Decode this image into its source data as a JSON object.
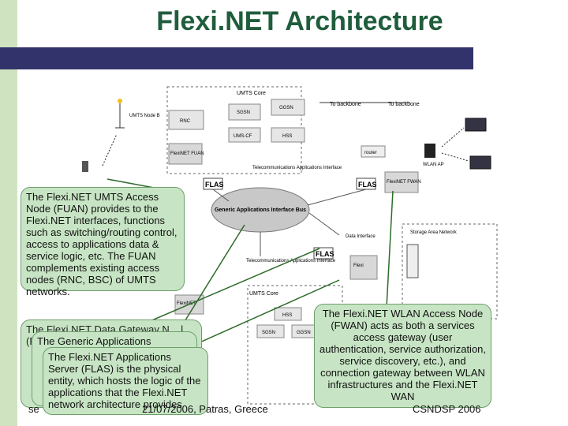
{
  "title": "Flexi.NET Architecture",
  "diagram": {
    "umts_core_top": "UMTS Core",
    "to_backbone_1": "To backbone",
    "to_backbone_2": "To backbone",
    "umts_node_b": "UMTS Node B",
    "rnc": "RNC",
    "sgsn": "SGSN",
    "ggsn": "GGSN",
    "umscf": "UMS-CF",
    "hss": "HSS",
    "flexinet_fuan": "FlexiNET FUAN",
    "router": "router",
    "wlan_ap": "WLAN AP",
    "flexinet_fwan": "FlexiNET FWAN",
    "telecom_apps_interface_top": "Telecommunications Applications Interface",
    "flas": "FLAS",
    "generic_apps_bus": "Generic Applications Interface Bus",
    "data_interface": "Data Interface",
    "storage_area_network": "Storage Area Network",
    "telecom_apps_interface_mid": "Telecommunications Applications Interface",
    "umts_core_bottom": "UMTS Core",
    "flexinet_bottom": "FlexiNET",
    "hss_bottom": "HSS",
    "sgsn_bottom": "SGSN",
    "ggsn_bottom": "GGSN",
    "flex_server": "Flexi"
  },
  "callouts": {
    "fuan": "The Flexi.NET UMTS Access Node (FUAN) provides to the Flexi.NET interfaces, functions such as switching/routing control, access to applications data & service logic, etc. The FUAN complements existing access nodes (RNC, BSC) of UMTS networks.",
    "gap": "The Flexi.NET Data Gateway N... l... (F... G... a... p... r... is... n... s...",
    "gab": "The Generic Applications",
    "flas": "The Flexi.NET Applications Server (FLAS) is the physical entity, which hosts the logic of the applications that the Flexi.NET network architecture provides",
    "fwan": "The Flexi.NET WLAN Access Node (FWAN) acts as both a services access gateway (user authentication, service authorization, service discovery, etc.), and connection gateway between WLAN infrastructures and the Flexi.NET WAN"
  },
  "footer": {
    "prefix": "se",
    "date_place": "21/07/2006, Patras, Greece",
    "conference": "CSNDSP 2006"
  },
  "colors": {
    "title": "#1f5d3c",
    "callout_fill": "#c7e5c4",
    "top_bar": "#33336b",
    "left_bar": "#cfe3c1",
    "bus_cloud": "#c8c8c8"
  }
}
